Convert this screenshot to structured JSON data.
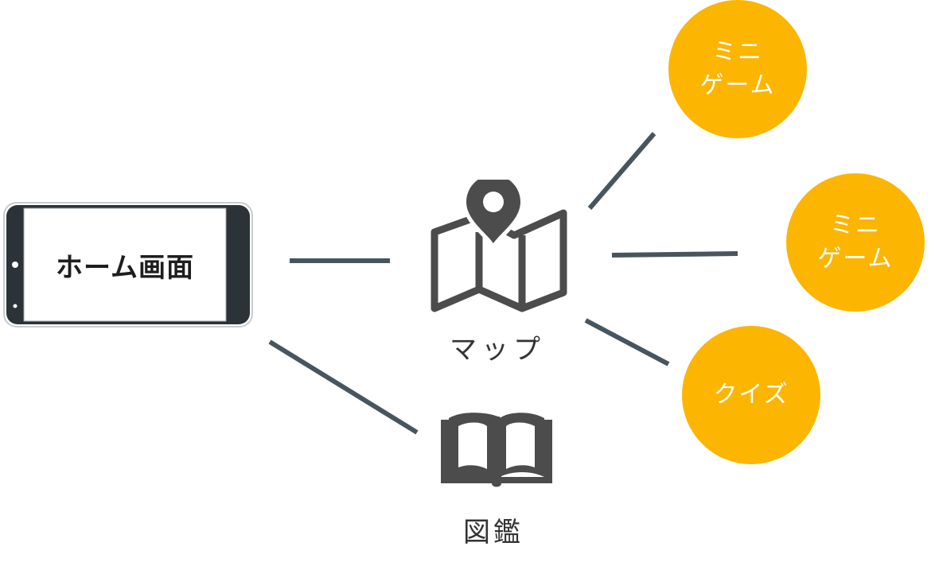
{
  "nodes": {
    "home": {
      "label": "ホーム画面"
    },
    "map": {
      "label": "マップ",
      "icon": "map-pin-icon"
    },
    "encyclopedia": {
      "label": "図鑑",
      "icon": "open-book-icon"
    }
  },
  "activities": [
    {
      "line1": "ミニ",
      "line2": "ゲーム"
    },
    {
      "line1": "ミニ",
      "line2": "ゲーム"
    },
    {
      "line1": "クイズ",
      "line2": ""
    }
  ],
  "colors": {
    "accent": "#fcb500",
    "connector": "#47555f",
    "icon": "#4c4c4c",
    "device_frame": "#2b3338",
    "text": "#333333"
  }
}
